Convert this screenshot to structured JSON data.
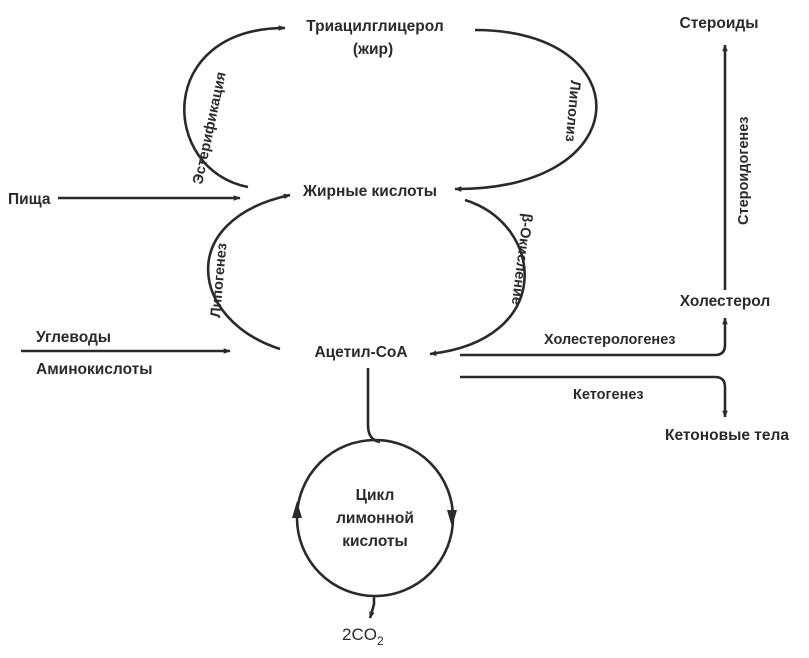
{
  "diagram": {
    "title": "Метаболизм жирных кислот",
    "nodes": {
      "triacylglycerol": "Триацилглицерол",
      "triacylglycerol_sub": "(жир)",
      "fatty_acids": "Жирные кислоты",
      "acetyl_coa": "Ацетил-СоА",
      "food": "Пища",
      "carbohydrates": "Углеводы",
      "amino_acids": "Аминокислоты",
      "cholesterol": "Холестерол",
      "steroids": "Стероиды",
      "ketone_bodies": "Кетоновые тела",
      "citric_cycle_1": "Цикл",
      "citric_cycle_2": "лимонной",
      "citric_cycle_3": "кислоты",
      "co2": "2CO",
      "co2_sub": "2"
    },
    "processes": {
      "esterification": "Эстерификация",
      "lipolysis": "Липолиз",
      "lipogenesis": "Липогенез",
      "beta_oxidation": "β-Окисление",
      "cholesterologenesis": "Холестерологенез",
      "ketogenesis": "Кетогенез",
      "steroidogenesis": "Стероидогенез"
    },
    "edges": [
      {
        "from": "fatty_acids",
        "to": "triacylglycerol",
        "process": "esterification"
      },
      {
        "from": "triacylglycerol",
        "to": "fatty_acids",
        "process": "lipolysis"
      },
      {
        "from": "food",
        "to": "fatty_acids",
        "process": ""
      },
      {
        "from": "acetyl_coa",
        "to": "fatty_acids",
        "process": "lipogenesis"
      },
      {
        "from": "fatty_acids",
        "to": "acetyl_coa",
        "process": "beta_oxidation"
      },
      {
        "from": "carbohydrates",
        "to": "acetyl_coa",
        "process": ""
      },
      {
        "from": "amino_acids",
        "to": "acetyl_coa",
        "process": ""
      },
      {
        "from": "acetyl_coa",
        "to": "cholesterol",
        "process": "cholesterologenesis"
      },
      {
        "from": "cholesterol",
        "to": "steroids",
        "process": "steroidogenesis"
      },
      {
        "from": "acetyl_coa",
        "to": "ketone_bodies",
        "process": "ketogenesis"
      },
      {
        "from": "acetyl_coa",
        "to": "citric_cycle",
        "process": ""
      },
      {
        "from": "citric_cycle",
        "to": "co2",
        "process": ""
      }
    ]
  }
}
